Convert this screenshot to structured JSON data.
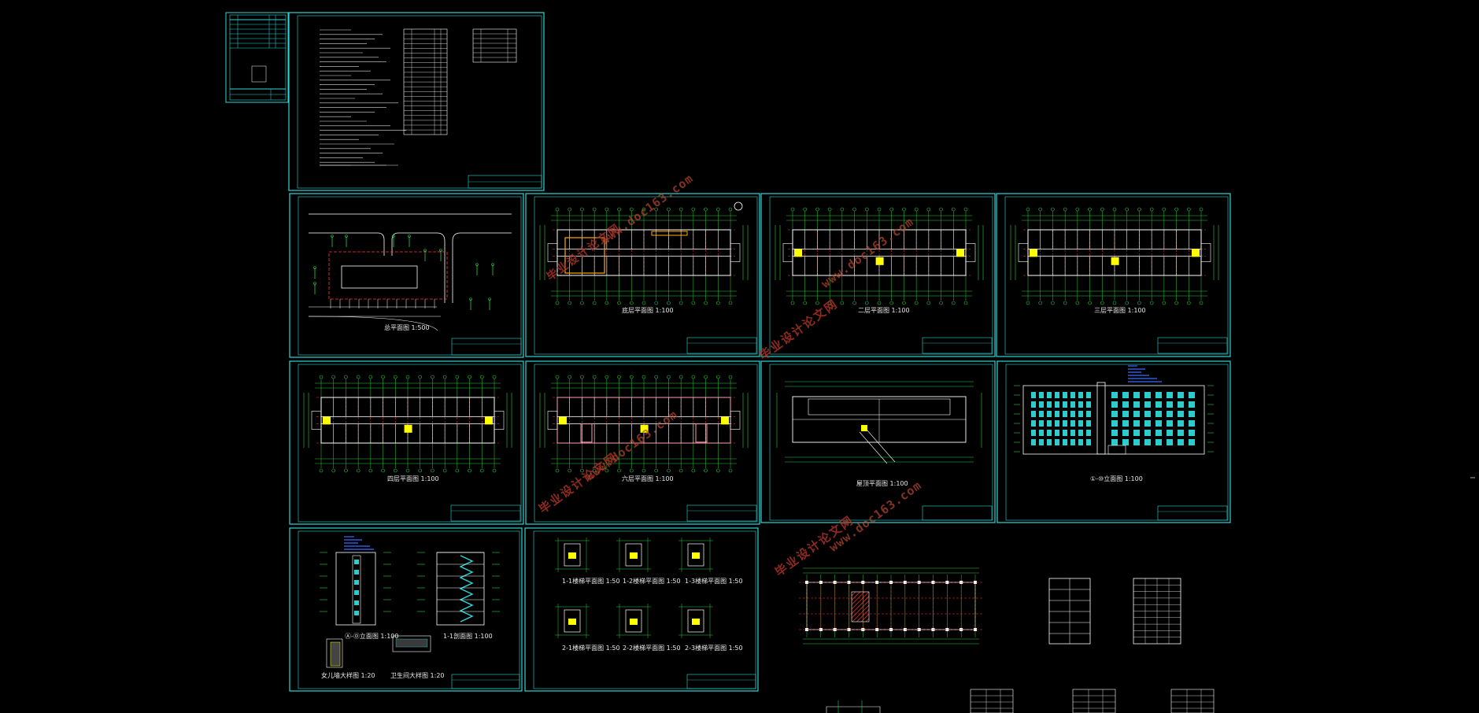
{
  "app": {
    "name": "CAD model space",
    "background": "#000000"
  },
  "colors": {
    "frame": "#2fd6d6",
    "dim": "#2ecc40",
    "wall": "#ffffff",
    "axis": "#ff3b3b",
    "accent": "#ffff00",
    "watermark": "#c0392b",
    "blue": "#3a6bff"
  },
  "watermark": {
    "cn": "毕业设计论文网",
    "url": "www.doc163.com"
  },
  "sheets": {
    "site_plan": {
      "caption": "总平面图 1:500"
    },
    "floor1": {
      "caption": "底层平面图 1:100"
    },
    "floor2": {
      "caption": "二层平面图 1:100"
    },
    "floor3": {
      "caption": "三层平面图 1:100"
    },
    "floor4": {
      "caption": "四层平面图 1:100"
    },
    "floor6": {
      "caption": "六层平面图 1:100"
    },
    "roof": {
      "caption": "屋顶平面图 1:100"
    },
    "elev_front": {
      "caption": "①-⑩立面图 1:100"
    },
    "elev_side": {
      "caption": "Ⓐ-Ⓓ立面图 1:100"
    },
    "section": {
      "caption": "1-1剖面图 1:100"
    },
    "detail1": {
      "caption": "女儿墙大样图 1:20"
    },
    "detail2": {
      "caption": "卫生间大样图 1:20"
    },
    "stairs": {
      "captions": [
        "1-1楼梯平面图 1:50",
        "1-2楼梯平面图 1:50",
        "1-3楼梯平面图 1:50",
        "2-1楼梯平面图 1:50",
        "2-2楼梯平面图 1:50",
        "2-3楼梯平面图 1:50"
      ]
    }
  }
}
